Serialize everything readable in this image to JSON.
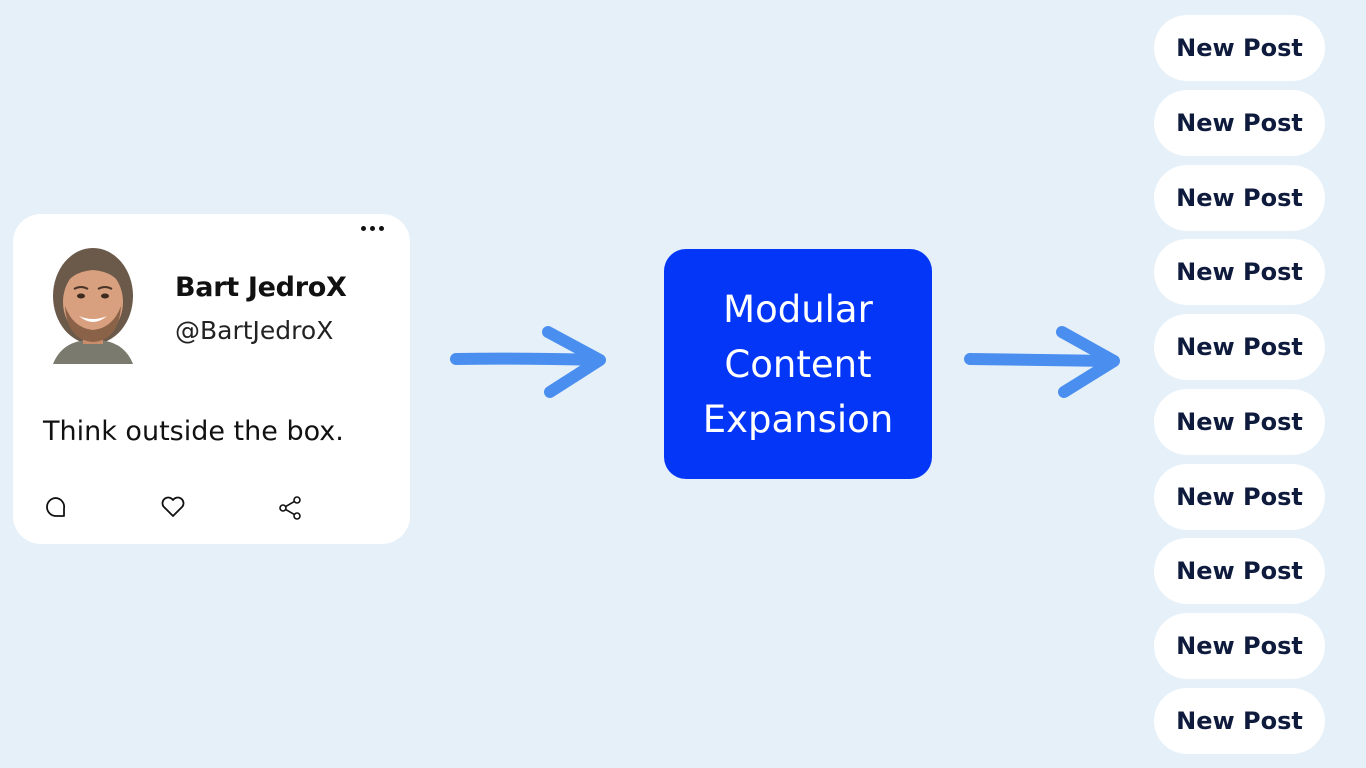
{
  "post": {
    "user_name": "Bart JedroX",
    "user_handle": "@BartJedroX",
    "text": "Think outside the box.",
    "icons": {
      "more": "more-dots-icon",
      "comment": "comment-bubble-icon",
      "like": "heart-icon",
      "share": "share-icon"
    }
  },
  "module": {
    "label": "Modular\nContent\nExpansion"
  },
  "new_posts": [
    {
      "label": "New Post"
    },
    {
      "label": "New Post"
    },
    {
      "label": "New Post"
    },
    {
      "label": "New Post"
    },
    {
      "label": "New Post"
    },
    {
      "label": "New Post"
    },
    {
      "label": "New Post"
    },
    {
      "label": "New Post"
    },
    {
      "label": "New Post"
    },
    {
      "label": "New Post"
    }
  ],
  "colors": {
    "background": "#e6f0f9",
    "module_box": "#0436f7",
    "arrow": "#4a8ff0",
    "new_post_text": "#0e1b3d"
  }
}
